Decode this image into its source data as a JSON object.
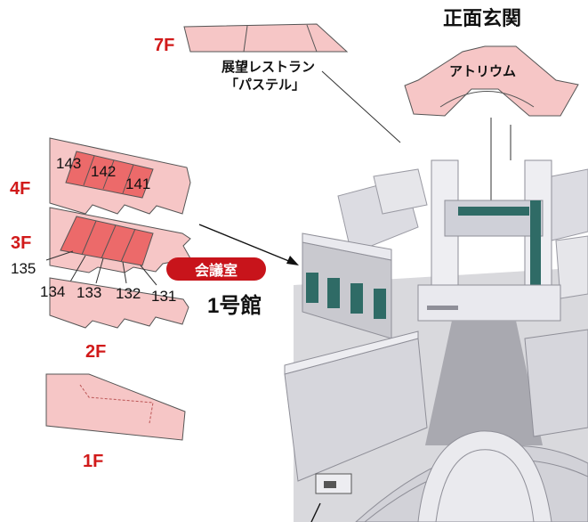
{
  "entrance_label": "正面玄関",
  "atrium_label": "アトリウム",
  "restaurant_label_line1": "展望レストラン",
  "restaurant_label_line2": "「パステル」",
  "meeting_room_label": "会議室",
  "building_label": "1号館",
  "floors": [
    {
      "id": "7f",
      "label": "7F"
    },
    {
      "id": "4f",
      "label": "4F"
    },
    {
      "id": "3f",
      "label": "3F"
    },
    {
      "id": "2f",
      "label": "2F"
    },
    {
      "id": "1f",
      "label": "1F"
    }
  ],
  "rooms_4f": [
    "143",
    "142",
    "141"
  ],
  "rooms_3f": [
    "135",
    "134",
    "133",
    "132",
    "131"
  ],
  "colors": {
    "floor_fill": "#f6c6c6",
    "room_highlight": "#ec6a6a",
    "label_red": "#d11a1a",
    "pill_red": "#c8141b",
    "building_gray": "#c9c9cf",
    "glass_teal": "#2f6b66"
  }
}
